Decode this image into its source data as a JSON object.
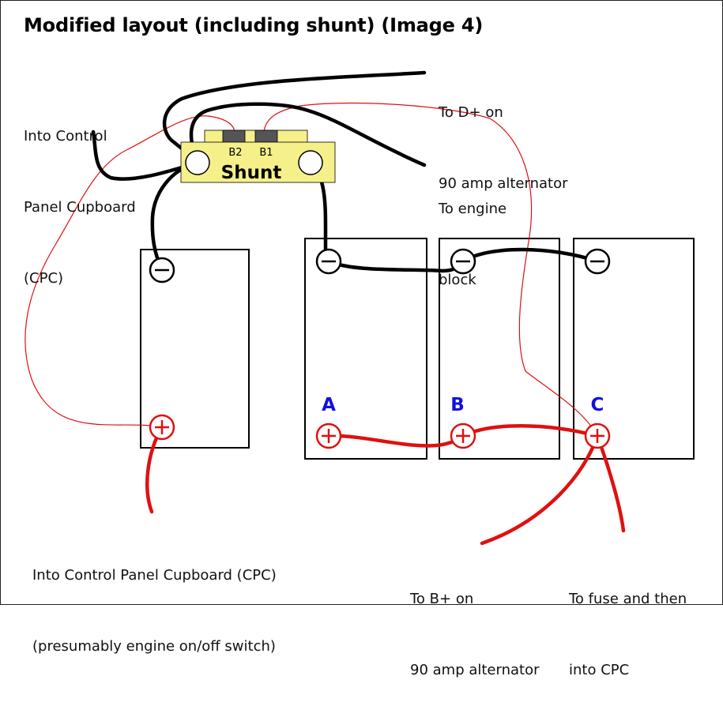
{
  "title": "Modified layout (including shunt) (Image 4)",
  "shunt": {
    "label": "Shunt",
    "terminal_b2": "B2",
    "terminal_b1": "B1"
  },
  "batteries": {
    "a": "A",
    "b": "B",
    "c": "C"
  },
  "terminal_symbols": {
    "negative": "−",
    "positive": "+"
  },
  "labels": {
    "cpc_top": [
      "Into Control",
      "Panel Cupboard",
      "(CPC)"
    ],
    "d_plus": [
      "To D+ on",
      "90 amp alternator"
    ],
    "engine_block": [
      "To engine",
      "block"
    ],
    "cpc_bottom": [
      "Into Control Panel Cupboard (CPC)",
      "(presumably engine on/off switch)"
    ],
    "b_plus": [
      "To B+ on",
      "90 amp alternator"
    ],
    "fuse": [
      "To fuse and then",
      "into CPC"
    ]
  },
  "colors": {
    "wire_black": "#000000",
    "wire_red": "#e01010",
    "shunt_fill": "#f5f08a",
    "label_blue": "#1010e0",
    "terminal_dark": "#555555"
  }
}
